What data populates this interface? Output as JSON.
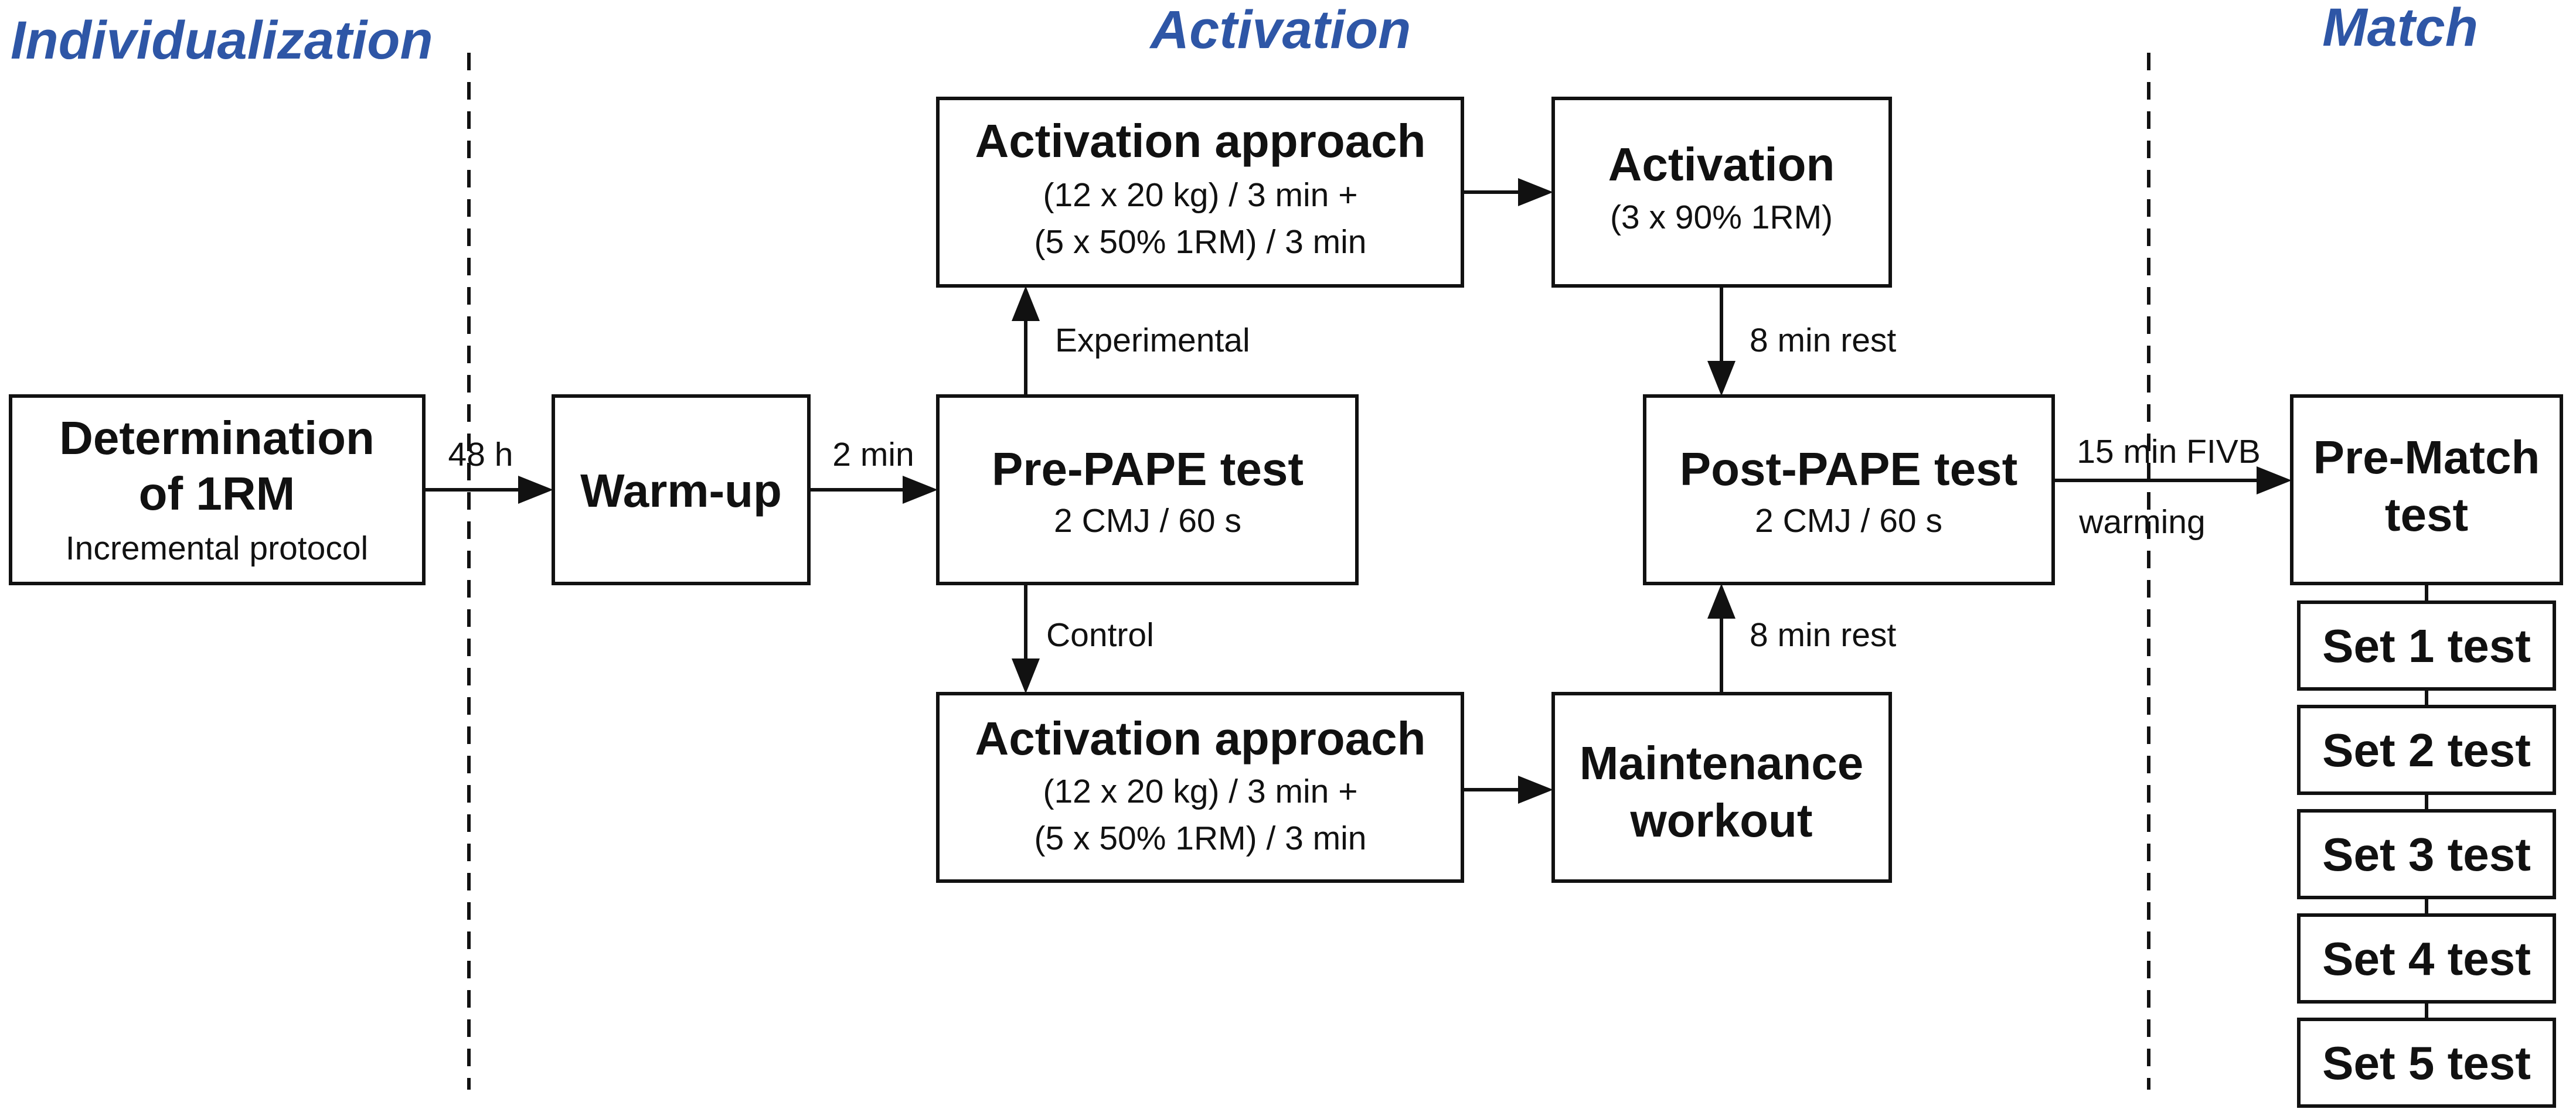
{
  "phases": {
    "individualization": "Individualization",
    "activation": "Activation",
    "match": "Match"
  },
  "boxes": {
    "determination": {
      "title1": "Determination",
      "title2": "of 1RM",
      "sub": "Incremental protocol"
    },
    "warmup": {
      "title": "Warm-up"
    },
    "pre_pape": {
      "title": "Pre-PAPE test",
      "sub": "2 CMJ / 60 s"
    },
    "approach_exp": {
      "title": "Activation approach",
      "sub1": "(12 x 20 kg) / 3 min +",
      "sub2": "(5 x 50% 1RM) / 3 min"
    },
    "activation": {
      "title": "Activation",
      "sub": "(3 x 90% 1RM)"
    },
    "approach_ctrl": {
      "title": "Activation approach",
      "sub1": "(12 x 20 kg) / 3 min +",
      "sub2": "(5 x 50% 1RM) / 3 min"
    },
    "maintenance": {
      "title1": "Maintenance",
      "title2": "workout"
    },
    "post_pape": {
      "title": "Post-PAPE test",
      "sub": "2 CMJ / 60 s"
    },
    "pre_match": {
      "title1": "Pre-Match",
      "title2": "test"
    },
    "sets": [
      "Set 1 test",
      "Set 2 test",
      "Set 3 test",
      "Set 4 test",
      "Set 5 test"
    ]
  },
  "arrows": {
    "det_to_warmup": "48 h",
    "warmup_to_pre": "2 min",
    "experimental": "Experimental",
    "control": "Control",
    "rest_top": "8 min rest",
    "rest_bottom": "8 min rest",
    "fivb_1": "15 min FIVB",
    "fivb_2": "warming"
  }
}
